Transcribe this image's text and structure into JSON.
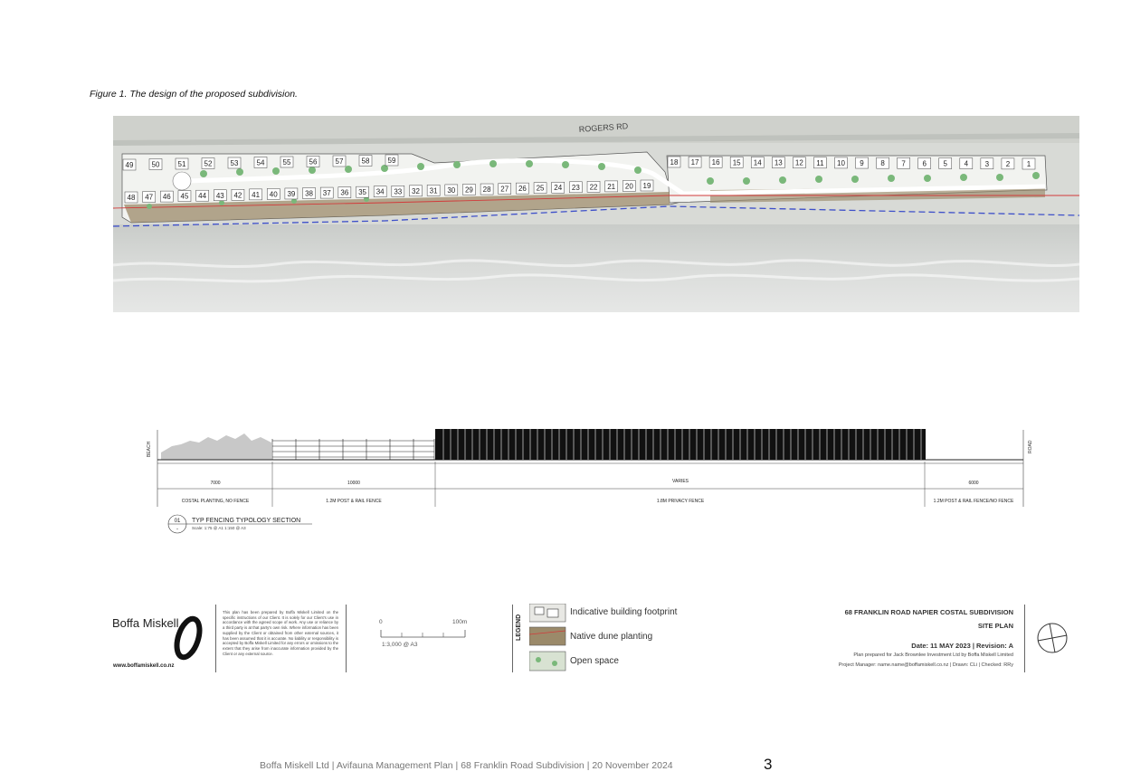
{
  "caption": "Figure 1. The design of the proposed subdivision.",
  "plan": {
    "road_label": "ROGERS RD",
    "lots_top": [
      "49",
      "50",
      "51",
      "52",
      "53",
      "54",
      "55",
      "56",
      "57",
      "58",
      "59"
    ],
    "lots_row2": [
      "48",
      "47",
      "46",
      "45",
      "44",
      "43",
      "42",
      "41",
      "40",
      "39",
      "38",
      "37",
      "36",
      "35",
      "34",
      "33",
      "32",
      "31",
      "30",
      "29",
      "28",
      "27",
      "26",
      "25",
      "24",
      "23",
      "22",
      "21",
      "20",
      "19"
    ],
    "lots_east": [
      "18",
      "17",
      "16",
      "15",
      "14",
      "13",
      "12",
      "11",
      "10",
      "9",
      "8",
      "7",
      "6",
      "5",
      "4",
      "3",
      "2",
      "1"
    ]
  },
  "section": {
    "left_end": "BEACH",
    "right_end": "ROAD",
    "dimensions": [
      "7000",
      "10000",
      "VARIES",
      "6000"
    ],
    "zones": [
      "COSTAL PLANTING, NO FENCE",
      "1.2M POST & RAIL FENCE",
      "1.8M PRIVACY FENCE",
      "1.2M POST & RAIL FENCE/NO FENCE"
    ],
    "callout_number": "01",
    "callout_sub": "-",
    "title": "TYP FENCING TYPOLOGY SECTION",
    "scale": "Scale: 1:75 @ A1  1:150 @ A3"
  },
  "titleblock": {
    "logo_name": "Boffa Miskell",
    "logo_url": "www.boffamiskell.co.nz",
    "disclaimer": "This plan has been prepared by Boffa Miskell Limited on the specific instructions of our Client. It is solely for our Client's use in accordance with the agreed scope of work. Any use or reliance by a third party is at that party's own risk. Where information has been supplied by the Client or obtained from other external sources, it has been assumed that it is accurate. No liability or responsibility is accepted by Boffa Miskell Limited for any errors or omissions to the extent that they arise from inaccurate information provided by the Client or any external source.",
    "scale_start": "0",
    "scale_end": "100m",
    "scale_ratio": "1:3,000 @ A3",
    "legend_title": "LEGEND",
    "legend": [
      "Indicative building footprint",
      "Native dune planting",
      "Open space"
    ],
    "project": "68 FRANKLIN ROAD NAPIER COSTAL SUBDIVISION",
    "sheet": "SITE PLAN",
    "date_revision": "Date: 11 MAY 2023  |  Revision: A",
    "prepared": "Plan prepared for Jack Brownlee Investment Ltd by Boffa Miskell Limited",
    "manager": "Project Manager: name.name@boffamiskell.co.nz  |  Drawn: CLi  |  Checked: RRy"
  },
  "footer": {
    "text": "Boffa Miskell Ltd | Avifauna Management Plan | 68 Franklin Road Subdivision | 20 November 2024",
    "page": "3"
  },
  "colors": {
    "dune_planting": "#9b8a6a",
    "boundary_red": "#d23a3a",
    "coast_blue": "#3d4fc9",
    "tree_green": "#7ab87a"
  }
}
